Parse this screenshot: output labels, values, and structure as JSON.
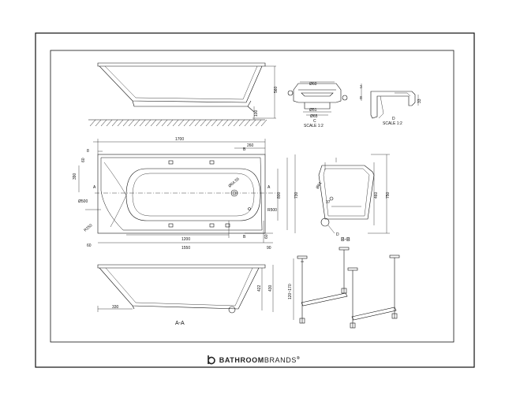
{
  "drawing": {
    "dims": {
      "overall_length": "1700",
      "end_offset": "260",
      "height_side": "560",
      "foot_gap": "100",
      "rim_8": "8",
      "rim_60": "60",
      "inner_width": "390",
      "dia_500": "Ø500",
      "rad_250": "R250",
      "overflow": "Ø64.55",
      "rad_500": "R500",
      "width_800": "800",
      "width_730": "730",
      "waste_60": "60",
      "len_1200": "1200",
      "len_1550": "1550",
      "end_60": "60",
      "end_90": "90",
      "depth_1": "422",
      "depth_2": "430",
      "sec_330": "330",
      "waste_top": "Ø60",
      "waste_mid": "Ø51",
      "waste_bot": "Ø65",
      "rim_3": "3",
      "rim_8b": "8",
      "rim_33": "33",
      "bb_dia": "Ø61",
      "bb_37": "37",
      "bb_460": "460",
      "bb_750": "750",
      "leg_range": "120~170"
    },
    "labels": {
      "section_aa": "A-A",
      "section_bb": "B-B",
      "detail_c": "C",
      "detail_c_scale": "SCALE 1:2",
      "detail_d": "D",
      "detail_d_scale": "SCALE 1:2",
      "marker_a_left": "A",
      "marker_a_right": "A",
      "marker_b_top": "B",
      "marker_b_bottom": "B",
      "marker_d": "D"
    }
  },
  "brand": {
    "name_bold": "BATHROOM",
    "name_light": "BRANDS",
    "reg": "®"
  }
}
